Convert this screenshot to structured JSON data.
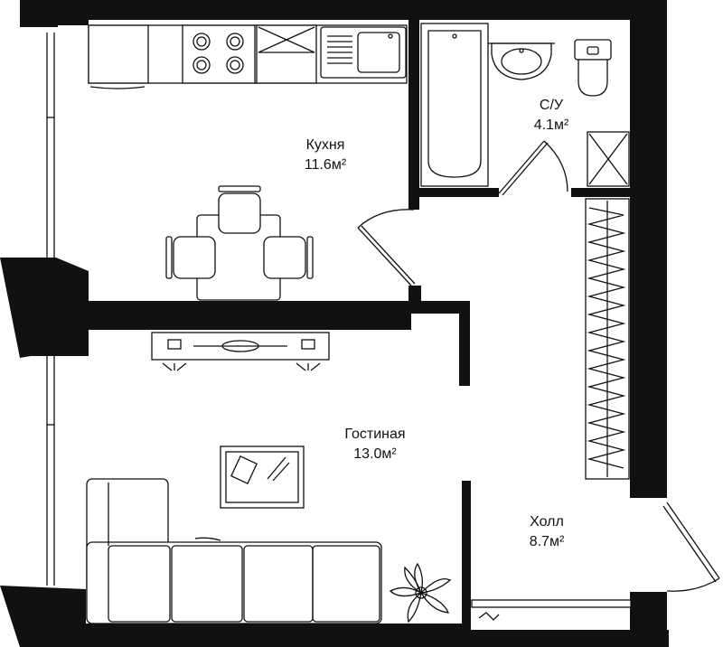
{
  "plan": {
    "rooms": [
      {
        "id": "kitchen",
        "name": "Кухня",
        "area_value": "11.6",
        "area_unit": "м²"
      },
      {
        "id": "bathroom",
        "name": "С/У",
        "area_value": "4.1",
        "area_unit": "м²"
      },
      {
        "id": "living",
        "name": "Гостиная",
        "area_value": "13.0",
        "area_unit": "м²"
      },
      {
        "id": "hall",
        "name": "Холл",
        "area_value": "8.7",
        "area_unit": "м²"
      }
    ],
    "colors": {
      "wall": "#111111",
      "background": "#ffffff",
      "line": "#111111"
    }
  }
}
